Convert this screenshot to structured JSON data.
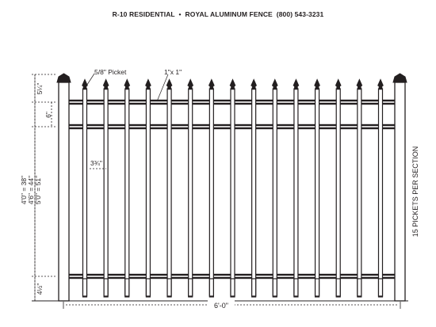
{
  "header": {
    "model": "R-10 RESIDENTIAL",
    "separator": "•",
    "brand": "ROYAL ALUMINUM FENCE",
    "phone": "(800) 543-3231"
  },
  "callouts": {
    "picket_size": "5/8\" Picket",
    "rail_size": "1\"x 1\""
  },
  "dimensions": {
    "top_extension": "5¼\"",
    "rail_spacing": "6\"",
    "picket_spacing": "3¾\"",
    "heights": [
      "4'0\" = 38\"",
      "4'6\" = 44\"",
      "5'0\" = 51\""
    ],
    "bottom_clearance": "4½\"",
    "section_width": "6'-0\""
  },
  "side_note": "15 PICKETS PER SECTION",
  "fence": {
    "picket_count": 15,
    "rail_count": 3,
    "post_count": 2
  },
  "colors": {
    "ink": "#231f20",
    "paper": "#ffffff"
  }
}
